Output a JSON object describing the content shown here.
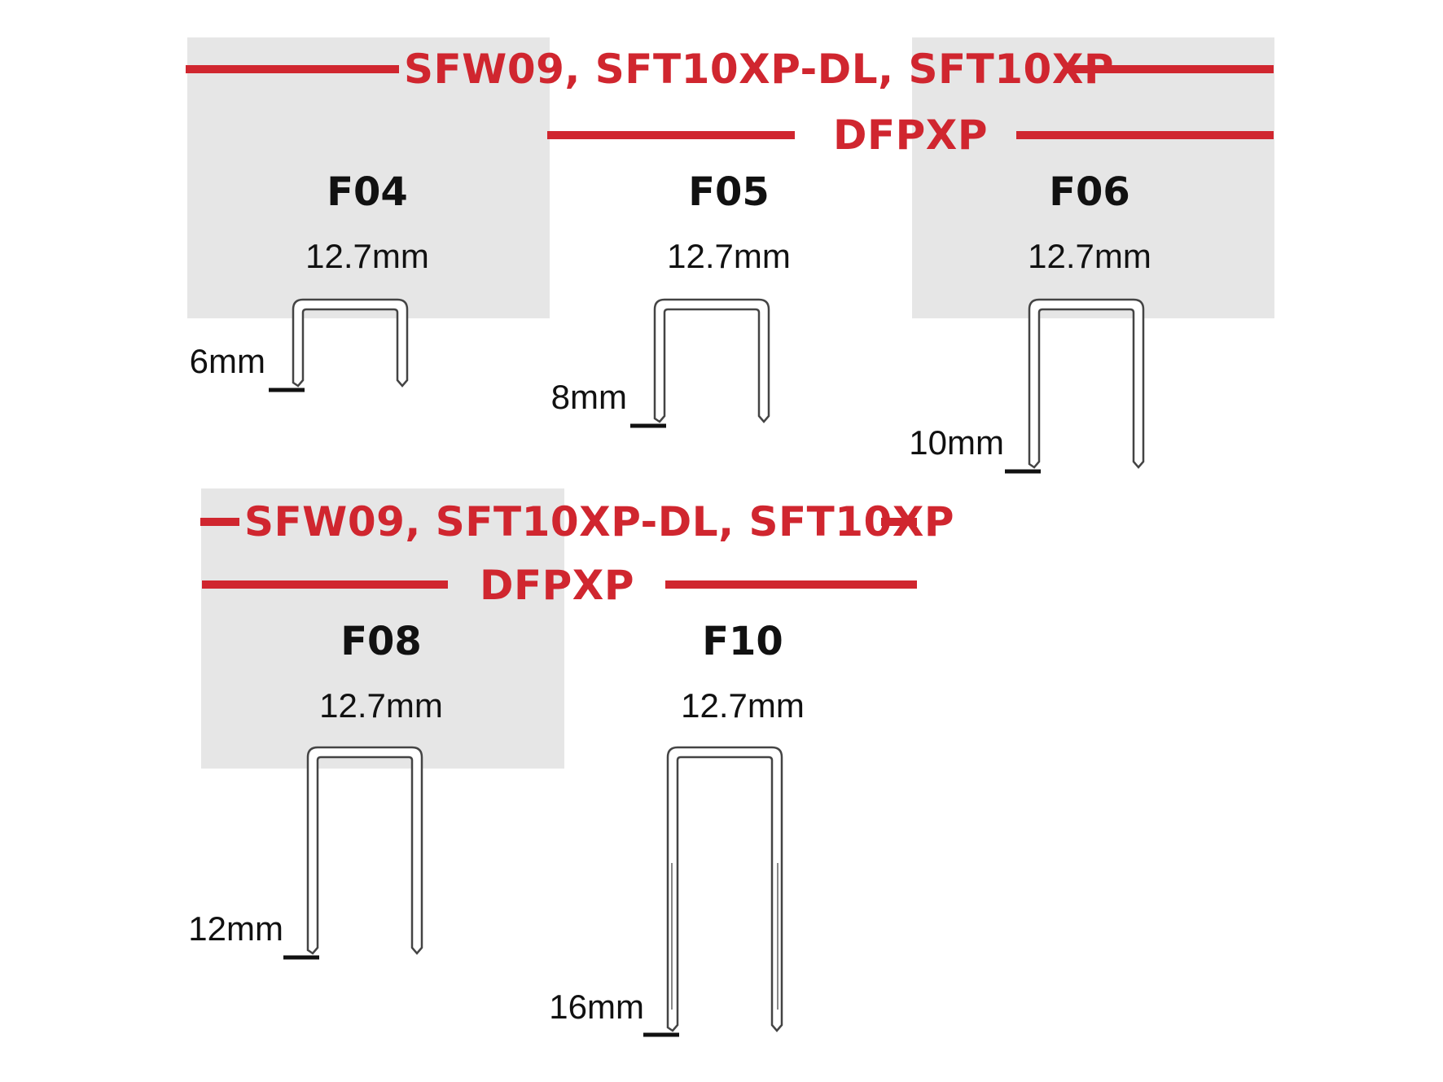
{
  "colors": {
    "accent_red": "#d0262f",
    "panel_gray": "#e6e6e6",
    "text": "#111111",
    "staple_stroke": "#444444"
  },
  "top_group": {
    "compat_line_1": "SFW09, SFT10XP-DL, SFT10XP",
    "compat_line_2": "DFPXP",
    "staples": [
      {
        "code": "F04",
        "crown": "12.7mm",
        "leg": "6mm"
      },
      {
        "code": "F05",
        "crown": "12.7mm",
        "leg": "8mm"
      },
      {
        "code": "F06",
        "crown": "12.7mm",
        "leg": "10mm"
      }
    ]
  },
  "bottom_group": {
    "compat_line_1": "SFW09, SFT10XP-DL, SFT10XP",
    "compat_line_2": "DFPXP",
    "staples": [
      {
        "code": "F08",
        "crown": "12.7mm",
        "leg": "12mm"
      },
      {
        "code": "F10",
        "crown": "12.7mm",
        "leg": "16mm"
      }
    ]
  }
}
